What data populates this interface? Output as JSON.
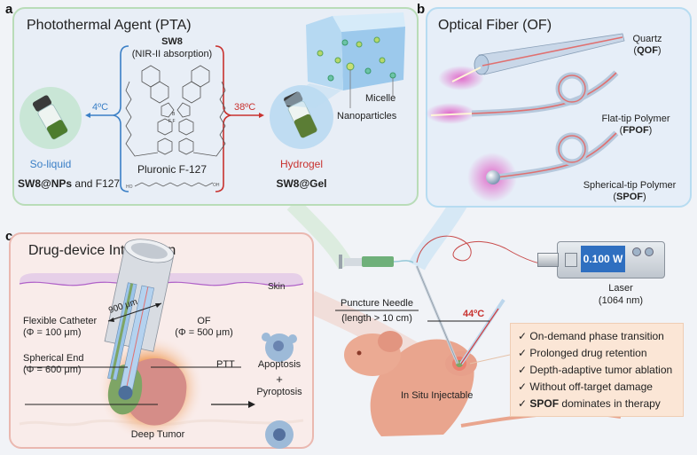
{
  "panel_a": {
    "letter": "a",
    "title": "Photothermal Agent (PTA)",
    "molecule_name": "SW8",
    "molecule_property": "(NIR-II absorption)",
    "polymer_name": "Pluronic F-127",
    "cold_temp": "4ºC",
    "warm_temp": "38ºC",
    "cold_state": "So-liquid",
    "cold_composition_bold": "SW8@NPs",
    "cold_composition_rest": " and F127",
    "warm_state": "Hydrogel",
    "warm_composition": "SW8@Gel",
    "gel_labels": [
      "Micelle",
      "Nanoparticles"
    ],
    "colors": {
      "cold": "#3a7fc6",
      "warm": "#c8322f",
      "border": "#b9dcb8"
    }
  },
  "panel_b": {
    "letter": "b",
    "title": "Optical Fiber (OF)",
    "fibers": [
      {
        "name": "Quartz",
        "abbr": "QOF"
      },
      {
        "name": "Flat-tip Polymer",
        "abbr": "FPOF"
      },
      {
        "name": "Spherical-tip Polymer",
        "abbr": "SPOF"
      }
    ],
    "colors": {
      "border": "#b7dcf1",
      "glow": "#e05bc4"
    }
  },
  "panel_c": {
    "letter": "c",
    "title": "Drug-device Integration",
    "skin_label": "Skin",
    "diameter_label": "900 μm",
    "catheter_label": "Flexible Catheter",
    "catheter_size": "(Φ = 100 μm)",
    "of_label": "OF",
    "of_size": "(Φ = 500 μm)",
    "end_label": "Spherical End",
    "end_size": "(Φ = 600 μm)",
    "tumor_label": "Deep Tumor",
    "therapy_label": "PTT",
    "outcome_1": "Apoptosis",
    "outcome_plus": "+",
    "outcome_2": "Pyroptosis",
    "colors": {
      "border": "#eab8b0",
      "skin": "#e3cbe6"
    }
  },
  "setup": {
    "laser_display": "0.100 W",
    "laser_label": "Laser",
    "laser_wavelength": "(1064 nm)",
    "needle_label": "Puncture Needle",
    "needle_length": "(length > 10 cm)",
    "temperature": "44ºC",
    "injection_label": "In Situ Injectable",
    "benefits_check": "✓",
    "benefits": [
      {
        "bold": "",
        "text": "On-demand phase transition"
      },
      {
        "bold": "",
        "text": "Prolonged drug retention"
      },
      {
        "bold": "",
        "text": "Depth-adaptive tumor ablation"
      },
      {
        "bold": "",
        "text": "Without off-target damage"
      },
      {
        "bold": "SPOF",
        "text": " dominates in therapy"
      }
    ],
    "colors": {
      "laser_screen": "#2f6fc0",
      "mouse": "#e9a58e",
      "benefit_box": "#fbe6d6"
    }
  }
}
